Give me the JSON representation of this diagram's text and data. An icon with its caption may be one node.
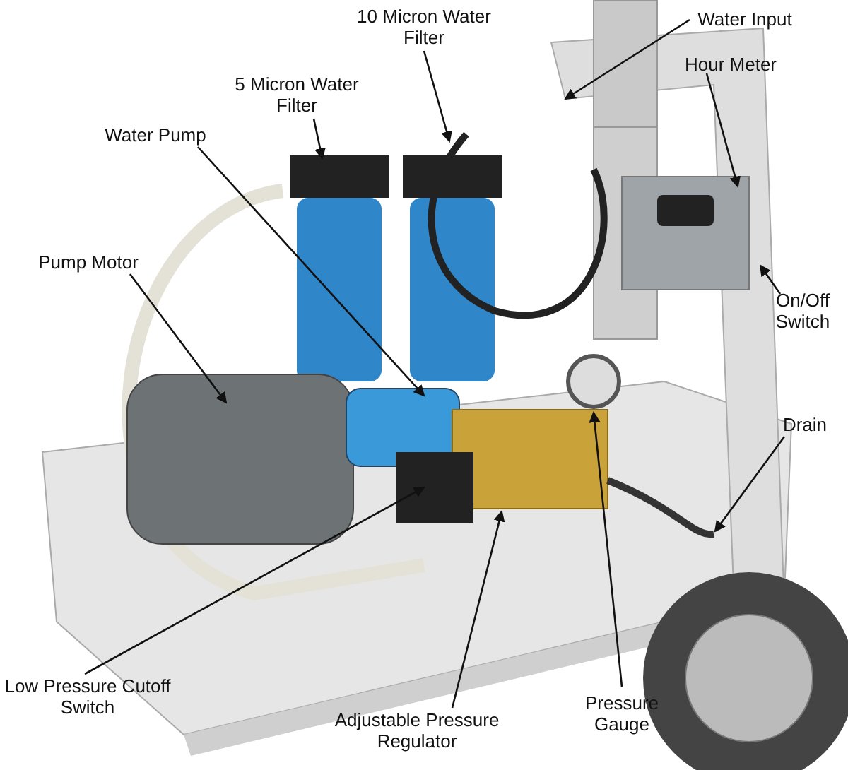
{
  "diagram": {
    "nodes": [
      {
        "text": [
          "10 Micron Water Filter"
        ]
      },
      {
        "text": [
          "Water Input"
        ]
      },
      {
        "text": [
          "5 Micron Water Filter"
        ]
      },
      {
        "text": [
          "Hour Meter"
        ]
      },
      {
        "text": [
          "Water Pump"
        ]
      },
      {
        "text": [
          "Pump Motor"
        ]
      },
      {
        "text": [
          "On/Off Switch"
        ]
      },
      {
        "text": [
          "Drain"
        ]
      },
      {
        "text": [
          "Low Pressure Cutoff Switch"
        ]
      },
      {
        "text": [
          "Adjustable Pressure Regulator"
        ]
      },
      {
        "text": [
          "Pressure Gauge"
        ]
      }
    ],
    "edges": [
      {
        "from": 0,
        "to": null,
        "arrow": "to"
      },
      {
        "from": 1,
        "to": null,
        "arrow": "to"
      },
      {
        "from": 2,
        "to": null,
        "arrow": "to"
      },
      {
        "from": 3,
        "to": null,
        "arrow": "to"
      },
      {
        "from": 4,
        "to": null,
        "arrow": "to"
      },
      {
        "from": 5,
        "to": null,
        "arrow": "to"
      },
      {
        "from": 6,
        "to": null,
        "arrow": "to"
      },
      {
        "from": 7,
        "to": null,
        "arrow": "to"
      },
      {
        "from": 8,
        "to": null,
        "arrow": "to"
      },
      {
        "from": 9,
        "to": null,
        "arrow": "to"
      },
      {
        "from": 10,
        "to": null,
        "arrow": "to"
      }
    ]
  }
}
